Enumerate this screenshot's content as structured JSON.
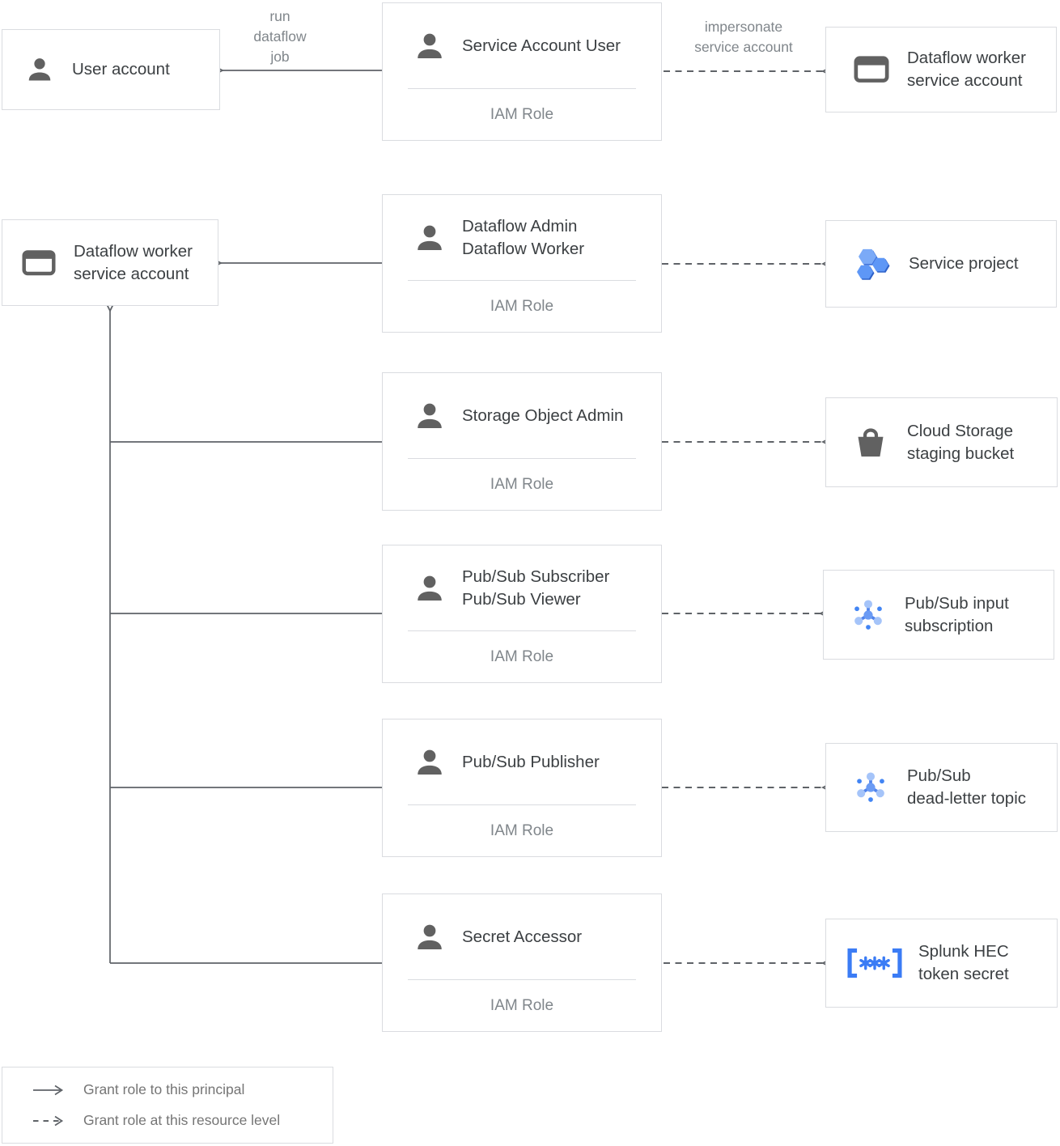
{
  "principals": {
    "user_account": {
      "label": "User account",
      "icon": "person-icon"
    },
    "dataflow_worker_sa": {
      "lines": [
        "Dataflow worker",
        "service account"
      ],
      "icon": "service-account-card-icon"
    }
  },
  "roles": {
    "service_account_user": {
      "lines": [
        "Service Account User"
      ],
      "subtitle": "IAM Role",
      "icon": "person-icon"
    },
    "dataflow_admin_worker": {
      "lines": [
        "Dataflow Admin",
        "Dataflow Worker"
      ],
      "subtitle": "IAM Role",
      "icon": "person-icon"
    },
    "storage_object_admin": {
      "lines": [
        "Storage Object Admin"
      ],
      "subtitle": "IAM Role",
      "icon": "person-icon"
    },
    "pubsub_subscriber_viewer": {
      "lines": [
        "Pub/Sub Subscriber",
        "Pub/Sub Viewer"
      ],
      "subtitle": "IAM Role",
      "icon": "person-icon"
    },
    "pubsub_publisher": {
      "lines": [
        "Pub/Sub Publisher"
      ],
      "subtitle": "IAM Role",
      "icon": "person-icon"
    },
    "secret_accessor": {
      "lines": [
        "Secret Accessor"
      ],
      "subtitle": "IAM Role",
      "icon": "person-icon"
    }
  },
  "resources": {
    "dataflow_worker_sa": {
      "lines": [
        "Dataflow worker",
        "service account"
      ],
      "icon": "service-account-card-icon"
    },
    "service_project": {
      "lines": [
        "Service project"
      ],
      "icon": "project-hexagons-icon"
    },
    "storage_bucket": {
      "lines": [
        "Cloud Storage",
        "staging bucket"
      ],
      "icon": "storage-bucket-icon"
    },
    "pubsub_input_subscription": {
      "lines": [
        "Pub/Sub input",
        "subscription"
      ],
      "icon": "pubsub-icon"
    },
    "pubsub_dead_letter_topic": {
      "lines": [
        "Pub/Sub",
        "dead-letter topic"
      ],
      "icon": "pubsub-icon"
    },
    "splunk_hec_token_secret": {
      "lines": [
        "Splunk HEC",
        "token secret"
      ],
      "icon": "secret-brackets-icon"
    }
  },
  "edges": {
    "run_dataflow": {
      "lines": [
        "run",
        "dataflow",
        "job"
      ]
    },
    "impersonate": {
      "lines": [
        "impersonate",
        "service account"
      ]
    }
  },
  "legend": {
    "solid_label": "Grant role to this principal",
    "dashed_label": "Grant role at this resource level"
  },
  "colors": {
    "line": "#5f6368",
    "box_border": "#dadce0",
    "title_text": "#3c4043",
    "muted_text": "#80868b",
    "icon_gray": "#616161",
    "blue": "#4285f4",
    "blue_light": "#a5c4f9",
    "hex_face_light": "#7baaf7",
    "hex_face_mid": "#5e97f6",
    "hex_shadow": "#3b6fd9"
  }
}
